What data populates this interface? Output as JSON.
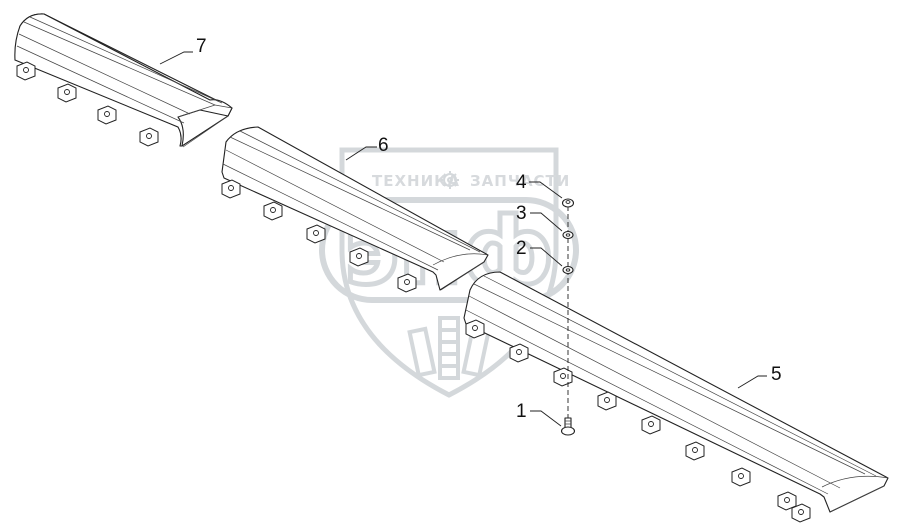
{
  "watermark": {
    "left_word": "ТЕХНИКА",
    "right_word": "ЗАПЧАСТИ",
    "logo_letters": "эпф",
    "color": "#d7dadd"
  },
  "callouts": [
    {
      "id": "7",
      "label": "7"
    },
    {
      "id": "6",
      "label": "6"
    },
    {
      "id": "5",
      "label": "5"
    },
    {
      "id": "4",
      "label": "4"
    },
    {
      "id": "3",
      "label": "3"
    },
    {
      "id": "2",
      "label": "2"
    },
    {
      "id": "1",
      "label": "1"
    }
  ],
  "icons": {
    "gear": "gear-icon",
    "shield": "shield-watermark-icon"
  }
}
